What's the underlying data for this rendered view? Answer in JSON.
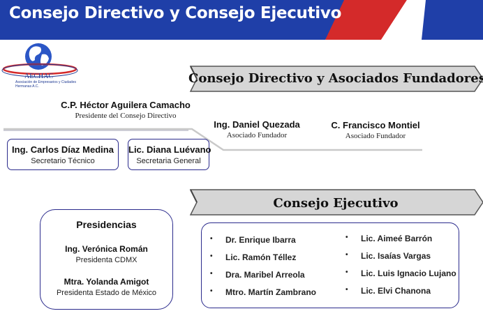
{
  "header": {
    "title": "Consejo Directivo y Consejo Ejecutivo"
  },
  "logo": {
    "name": "AECHAC",
    "subtitle": "Asociación de Empresarios y Ciudades Hermanas A.C."
  },
  "directivo": {
    "banner_title": "Consejo Directivo y Asociados Fundadores",
    "president": {
      "name": "C.P. Héctor Aguilera Camacho",
      "role": "Presidente del Consejo Directivo"
    },
    "founders": [
      {
        "name": "Ing. Daniel Quezada",
        "role": "Asociado Fundador"
      },
      {
        "name": "C. Francisco Montiel",
        "role": "Asociado Fundador"
      }
    ],
    "officers": [
      {
        "name": "Ing. Carlos Díaz Medina",
        "role": "Secretario Técnico"
      },
      {
        "name": "Lic. Diana Luévano",
        "role": "Secretaria General"
      }
    ]
  },
  "presidencias": {
    "title": "Presidencias",
    "items": [
      {
        "name": "Ing. Verónica Román",
        "role": "Presidenta CDMX"
      },
      {
        "name": "Mtra. Yolanda Amigot",
        "role": "Presidenta Estado de México"
      }
    ]
  },
  "ejecutivo": {
    "banner_title": "Consejo Ejecutivo",
    "bullet": "•",
    "left": [
      "Dr. Enrique Ibarra",
      "Lic. Ramón Téllez",
      "Dra. Maribel Arreola",
      "Mtro. Martín Zambrano"
    ],
    "right": [
      "Lic. Aimeé Barrón",
      "Lic. Isaías Vargas",
      "Lic. Luis Ignacio Lujano",
      "Lic. Elvi Chanona"
    ]
  },
  "colors": {
    "blue": "#1f3fa8",
    "red": "#d42a2a",
    "grey_banner": "#d6d6d6",
    "box_border": "#2a2a8c"
  }
}
